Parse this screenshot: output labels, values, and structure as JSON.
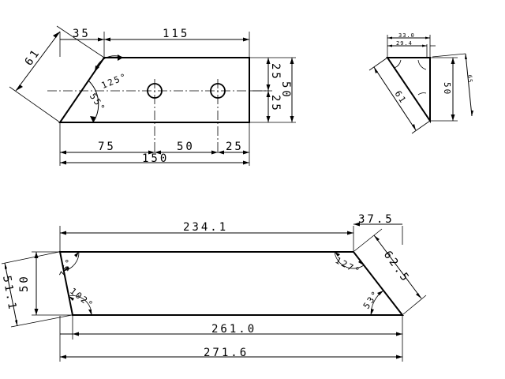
{
  "top_left_part": {
    "dim_width_35": "35",
    "dim_top_115": "115",
    "dim_slant_61": "61",
    "dim_right_25_upper": "25",
    "dim_right_25_lower": "25",
    "dim_right_50": "50",
    "angle_125": "125°",
    "angle_55": "55°",
    "dim_bottom_75": "75",
    "dim_bottom_50": "50",
    "dim_bottom_25": "25",
    "dim_total_150": "150"
  },
  "top_right_part": {
    "dim_top_outer": "33.0",
    "dim_top_inner": "29.4",
    "dim_hyp_61": "61",
    "dim_right_50": "50",
    "dim_far_right": "65"
  },
  "bottom_part": {
    "dim_top_2341": "234.1",
    "dim_right_375": "37.5",
    "dim_slant_625": "62.5",
    "dim_left_50": "50",
    "dim_left_slant_511": "51.1",
    "angle_top_left": "75°",
    "angle_bottom_left": "102°",
    "angle_top_right": "127°",
    "angle_bottom_right": "53°",
    "dim_bottom_2610": "261.0",
    "dim_total_2716": "271.6"
  }
}
